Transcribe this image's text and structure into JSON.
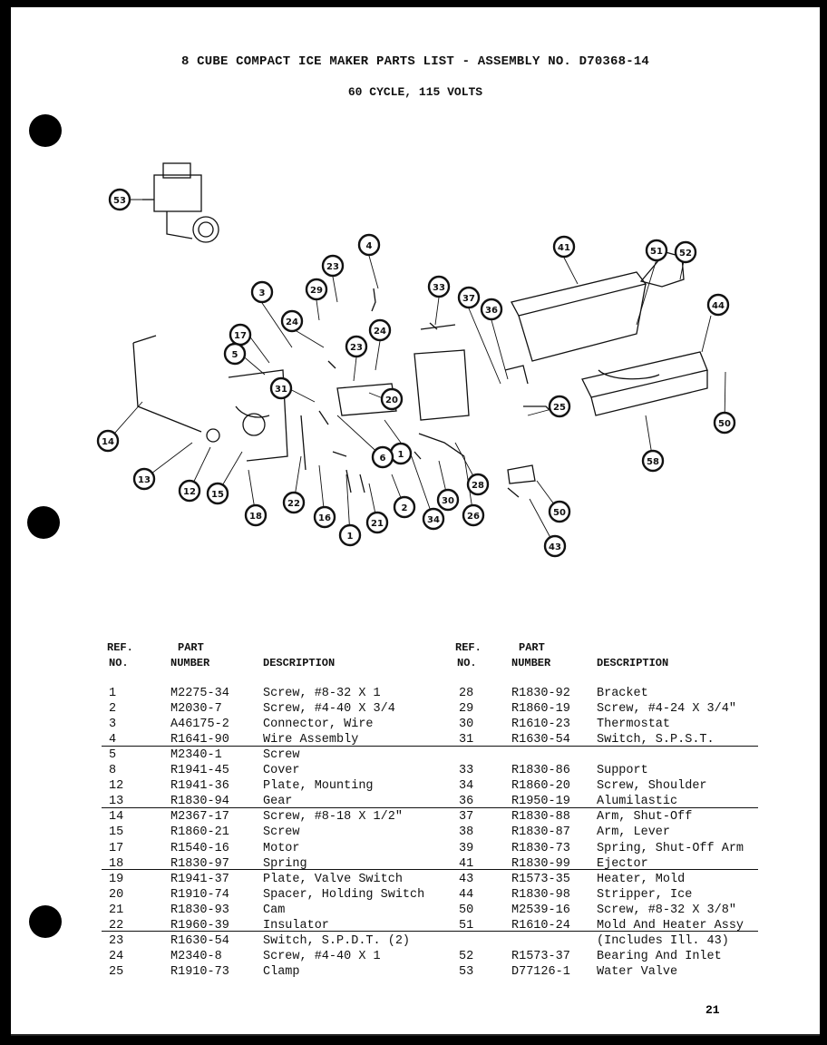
{
  "header": {
    "title": "8 CUBE COMPACT ICE MAKER PARTS LIST - ASSEMBLY NO. D70368-14",
    "subtitle": "60 CYCLE, 115 VOLTS"
  },
  "columns": {
    "ref_line1": "REF.",
    "ref_line2": "NO.",
    "part_line1": "PART",
    "part_line2": "NUMBER",
    "description": "DESCRIPTION"
  },
  "callouts": [
    "53",
    "4",
    "41",
    "51",
    "52",
    "23",
    "29",
    "33",
    "37",
    "36",
    "44",
    "3",
    "24",
    "24",
    "17",
    "23",
    "5",
    "31",
    "20",
    "25",
    "1",
    "6",
    "14",
    "13",
    "12",
    "15",
    "18",
    "22",
    "16",
    "1",
    "21",
    "2",
    "34",
    "30",
    "26",
    "28",
    "50",
    "43",
    "58",
    "50"
  ],
  "left_rows": [
    {
      "ref": "1",
      "part": "M2275-34",
      "desc": "Screw, #8-32 X 1"
    },
    {
      "ref": "2",
      "part": "M2030-7",
      "desc": "Screw, #4-40 X 3/4"
    },
    {
      "ref": "3",
      "part": "A46175-2",
      "desc": "Connector, Wire"
    },
    {
      "ref": "4",
      "part": "R1641-90",
      "desc": "Wire Assembly"
    },
    {
      "ref": "5",
      "part": "M2340-1",
      "desc": "Screw"
    },
    {
      "ref": "8",
      "part": "R1941-45",
      "desc": "Cover"
    },
    {
      "ref": "12",
      "part": "R1941-36",
      "desc": "Plate, Mounting"
    },
    {
      "ref": "13",
      "part": "R1830-94",
      "desc": "Gear"
    },
    {
      "ref": "14",
      "part": "M2367-17",
      "desc": "Screw, #8-18 X 1/2\""
    },
    {
      "ref": "15",
      "part": "R1860-21",
      "desc": "Screw"
    },
    {
      "ref": "17",
      "part": "R1540-16",
      "desc": "Motor"
    },
    {
      "ref": "18",
      "part": "R1830-97",
      "desc": "Spring"
    },
    {
      "ref": "19",
      "part": "R1941-37",
      "desc": "Plate, Valve Switch"
    },
    {
      "ref": "20",
      "part": "R1910-74",
      "desc": "Spacer, Holding Switch"
    },
    {
      "ref": "21",
      "part": "R1830-93",
      "desc": "Cam"
    },
    {
      "ref": "22",
      "part": "R1960-39",
      "desc": "Insulator"
    },
    {
      "ref": "23",
      "part": "R1630-54",
      "desc": "Switch, S.P.D.T. (2)"
    },
    {
      "ref": "24",
      "part": "M2340-8",
      "desc": "Screw, #4-40 X 1"
    },
    {
      "ref": "25",
      "part": "R1910-73",
      "desc": "Clamp"
    }
  ],
  "right_rows": [
    {
      "ref": "28",
      "part": "R1830-92",
      "desc": "Bracket"
    },
    {
      "ref": "29",
      "part": "R1860-19",
      "desc": "Screw, #4-24 X 3/4\""
    },
    {
      "ref": "30",
      "part": "R1610-23",
      "desc": "Thermostat"
    },
    {
      "ref": "31",
      "part": "R1630-54",
      "desc": "Switch, S.P.S.T."
    },
    {
      "ref": "",
      "part": "",
      "desc": ""
    },
    {
      "ref": "33",
      "part": "R1830-86",
      "desc": "Support"
    },
    {
      "ref": "34",
      "part": "R1860-20",
      "desc": "Screw, Shoulder"
    },
    {
      "ref": "36",
      "part": "R1950-19",
      "desc": "Alumilastic"
    },
    {
      "ref": "37",
      "part": "R1830-88",
      "desc": "Arm, Shut-Off"
    },
    {
      "ref": "38",
      "part": "R1830-87",
      "desc": "Arm, Lever"
    },
    {
      "ref": "39",
      "part": "R1830-73",
      "desc": "Spring, Shut-Off Arm"
    },
    {
      "ref": "41",
      "part": "R1830-99",
      "desc": "Ejector"
    },
    {
      "ref": "43",
      "part": "R1573-35",
      "desc": "Heater, Mold"
    },
    {
      "ref": "44",
      "part": "R1830-98",
      "desc": "Stripper, Ice"
    },
    {
      "ref": "50",
      "part": "M2539-16",
      "desc": "Screw, #8-32 X 3/8\""
    },
    {
      "ref": "51",
      "part": "R1610-24",
      "desc": "Mold And Heater Assy"
    },
    {
      "ref": "",
      "part": "",
      "desc": "(Includes Ill. 43)"
    },
    {
      "ref": "52",
      "part": "R1573-37",
      "desc": "Bearing And Inlet"
    },
    {
      "ref": "53",
      "part": "D77126-1",
      "desc": "Water Valve"
    }
  ],
  "page_number": "21"
}
